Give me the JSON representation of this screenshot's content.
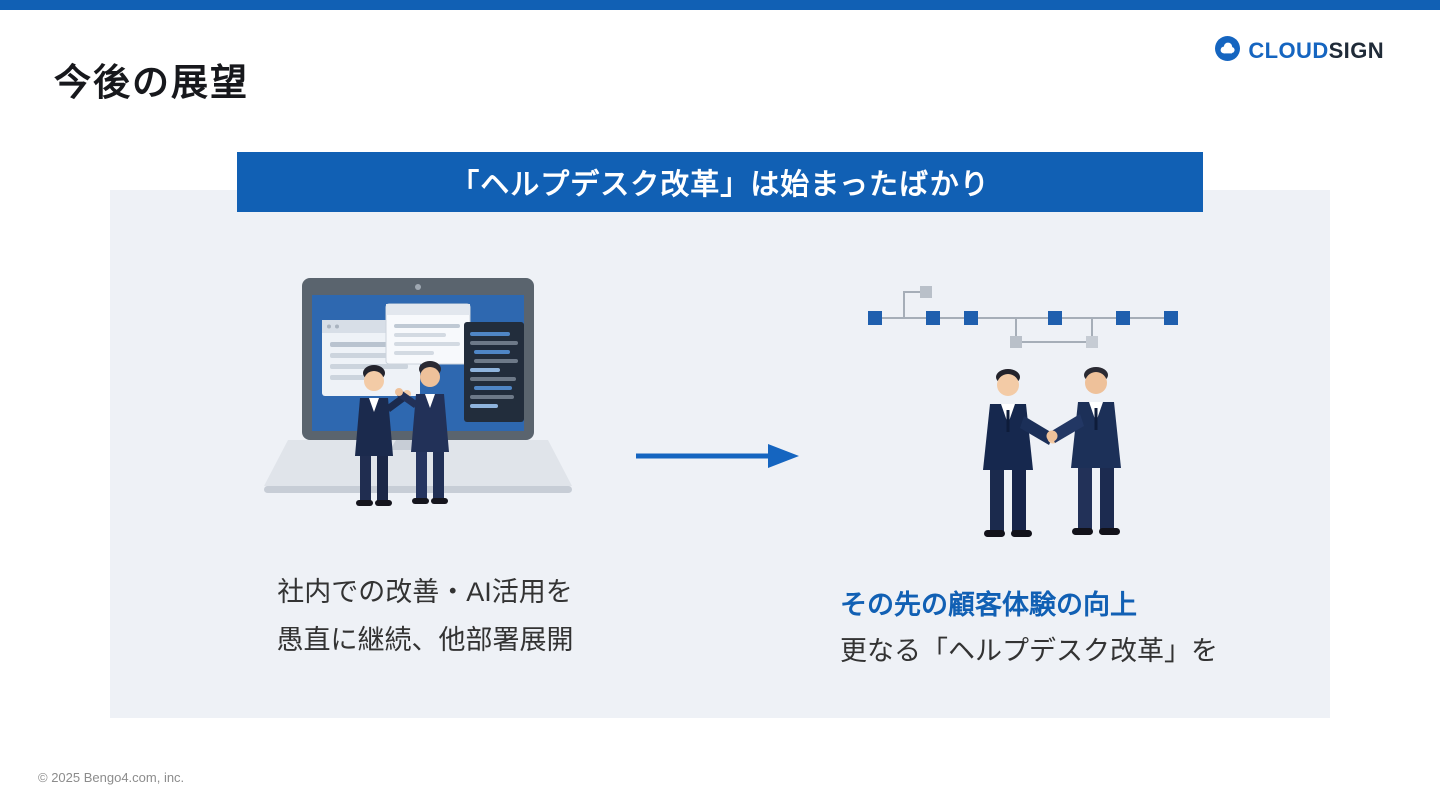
{
  "slide": {
    "title": "今後の展望",
    "footer": "© 2025 Bengo4.com, inc."
  },
  "logo": {
    "cloud": "CLOUD",
    "sign": "SIGN"
  },
  "banner": {
    "text": "「ヘルプデスク改革」は始まったばかり"
  },
  "captions": {
    "left_line1": "社内での改善・AI活用を",
    "left_line2": "愚直に継続、他部署展開",
    "right_line1": "その先の顧客体験の向上",
    "right_line2": "更なる「ヘルプデスク改革」を"
  },
  "icons": {
    "logo_icon": "cloudsign-cloud-icon",
    "arrow": "arrow-right-icon",
    "left_illustration": "people-at-laptop-illustration",
    "network": "network-diagram-illustration",
    "right_illustration": "handshake-illustration"
  },
  "colors": {
    "brand_blue": "#1160b4",
    "banner_blue": "#1160b4",
    "panel_bg": "#eef1f6",
    "highlight_text": "#1160b4",
    "body_text": "#333333"
  }
}
